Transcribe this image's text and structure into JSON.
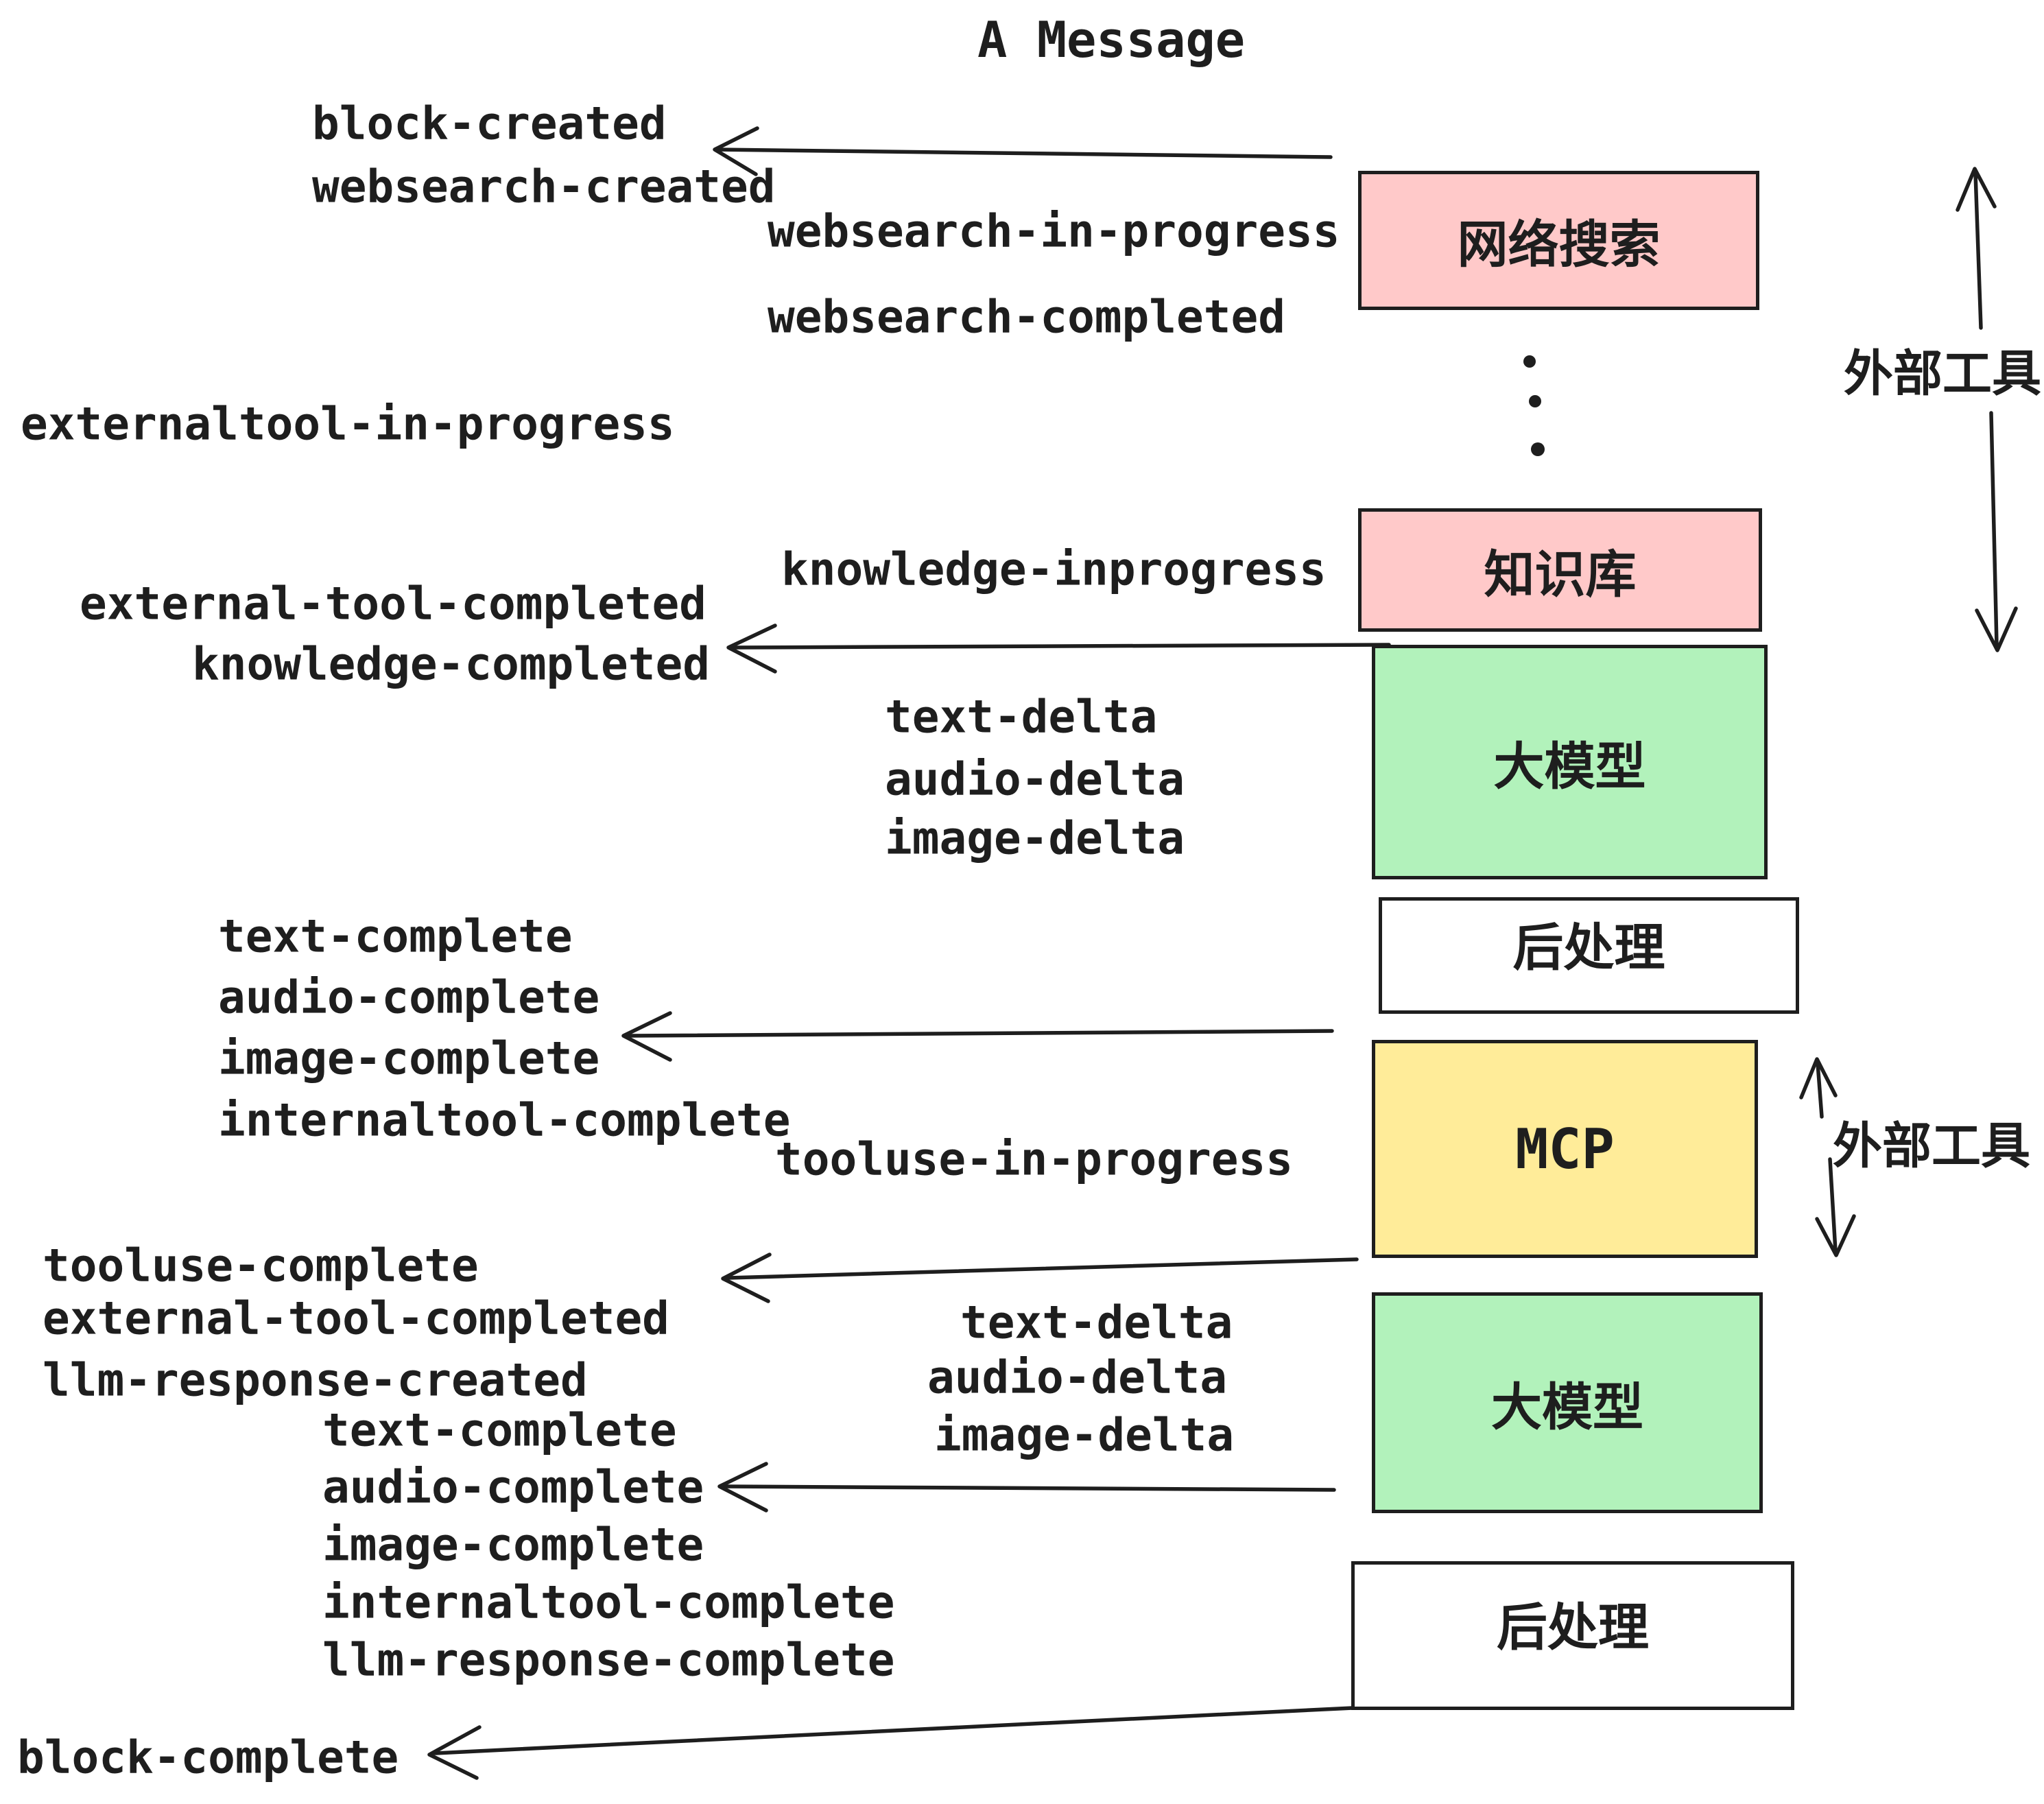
{
  "title": "A Message",
  "palette": {
    "box_pink": "#ffc9c9",
    "box_green": "#b2f2bb",
    "box_yellow": "#ffec99",
    "box_white": "#ffffff",
    "ink": "#1e1e1e"
  },
  "nodes": {
    "websearch": "网络搜索",
    "knowledge": "知识库",
    "llm1": "大模型",
    "post1": "后处理",
    "mcp": "MCP",
    "llm2": "大模型",
    "post2": "后处理"
  },
  "side_labels": {
    "external_tools_top": "外部工具",
    "external_tools_mid": "外部工具"
  },
  "events": {
    "block_created": "block-created",
    "websearch_created": "websearch-created",
    "websearch_in_progress": "websearch-in-progress",
    "websearch_completed": "websearch-completed",
    "externaltool_in_progress": "externaltool-in-progress",
    "knowledge_inprogress": "knowledge-inprogress",
    "external_tool_completed_1": "external-tool-completed",
    "knowledge_completed": "knowledge-completed",
    "text_delta_1": "text-delta",
    "audio_delta_1": "audio-delta",
    "image_delta_1": "image-delta",
    "text_complete_1": "text-complete",
    "audio_complete_1": "audio-complete",
    "image_complete_1": "image-complete",
    "internaltool_complete_1": "internaltool-complete",
    "tooluse_in_progress": "tooluse-in-progress",
    "tooluse_complete": "tooluse-complete",
    "external_tool_completed_2": "external-tool-completed",
    "llm_response_created": "llm-response-created",
    "text_delta_2": "text-delta",
    "audio_delta_2": "audio-delta",
    "image_delta_2": "image-delta",
    "text_complete_2": "text-complete",
    "audio_complete_2": "audio-complete",
    "image_complete_2": "image-complete",
    "internaltool_complete_2": "internaltool-complete",
    "llm_response_complete": "llm-response-complete",
    "block_complete": "block-complete"
  }
}
